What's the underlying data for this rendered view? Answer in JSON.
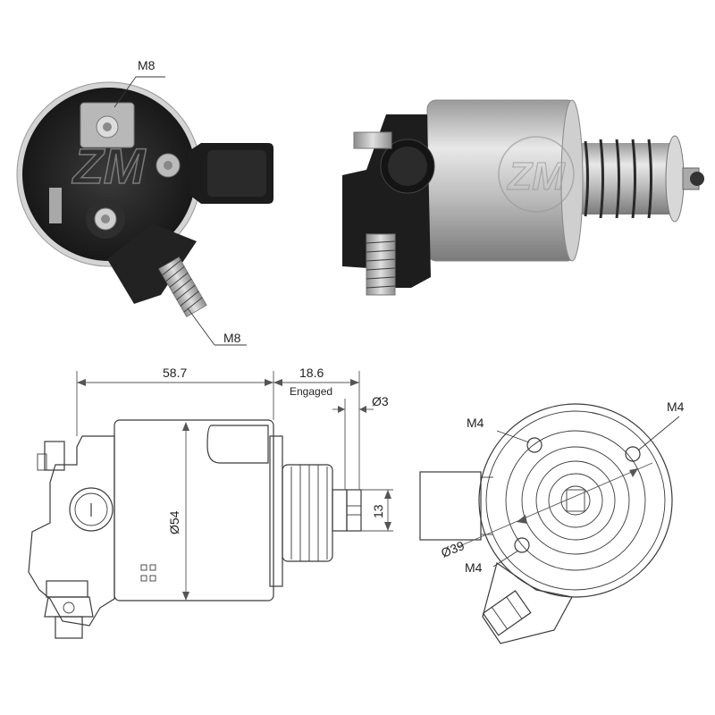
{
  "labels": {
    "photo_front_top_thread": "M8",
    "photo_front_bottom_thread": "M8",
    "length_body": "58.7",
    "length_plunger": "18.6",
    "engaged_note": "Engaged",
    "plunger_diameter": "Ø3",
    "body_diameter": "Ø54",
    "plunger_height": "13",
    "mount_hole_top_left": "M4",
    "mount_hole_top_right": "M4",
    "mount_hole_bottom": "M4",
    "bolt_circle": "Ø39"
  },
  "colors": {
    "line": "#3a3a3a",
    "photo_dark": "#1e1e1e",
    "photo_metal": "#c8c8c8",
    "watermark": "#9a9a9a"
  }
}
